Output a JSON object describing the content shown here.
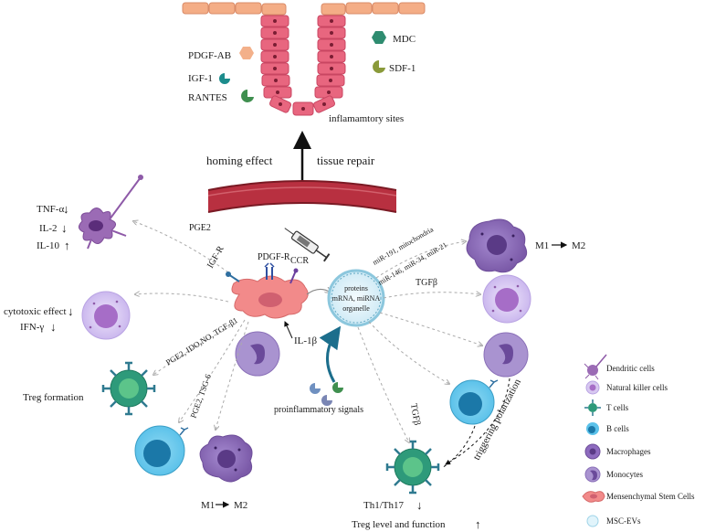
{
  "colors": {
    "tissue_top": "#f3b08a",
    "crypt": "#e8667f",
    "crypt_dark": "#c94662",
    "vessel": "#b83040",
    "msc": "#f28a8a",
    "nk": "#d7c8f0",
    "nk_core": "#a66dc7",
    "macrophage": "#8e6bbf",
    "monocyte": "#9b81c4",
    "tcell": "#2e9a7a",
    "tcell_core": "#5cc48a",
    "bcell": "#4db8e0",
    "bcell_core": "#1b78a8",
    "ev": "#e1f4fb",
    "arrow_teal": "#1c6e8c",
    "dendritic": "#8e5aa8"
  },
  "factors": {
    "pdgf": "PDGF-AB",
    "igf": "IGF-1",
    "rantes": "RANTES",
    "mdc": "MDC",
    "sdf": "SDF-1",
    "sites": "inflamamtory sites"
  },
  "repair": {
    "homing": "homing effect",
    "tissue": "tissue repair"
  },
  "left": {
    "tnf": "TNF-α",
    "il2": "IL-2",
    "il10": "IL-10",
    "pge2": "PGE2",
    "cytotoxic": "cytotoxic effect",
    "ifn": "IFN-γ",
    "treg_formation": "Treg formation",
    "pge2_ido": "PGE2, IDO,NO, TGF-β1",
    "pge2_tsg": "PGE2, TSG-6",
    "m1": "M1",
    "m2": "M2"
  },
  "msc": {
    "igfr": "IGF-R",
    "pdgfr": "PDGF-R",
    "ccr": "CCR",
    "il1b": "IL-1β",
    "proinflammatory": "proinflammatory signals"
  },
  "ev": {
    "line1": "proteins",
    "line2": "mRNA, miRNA",
    "line3": "organelle",
    "mir1": "miR-191, mitochondria",
    "mir2": "miR-146, miR-34, miR-21",
    "tgfb1": "TGFβ",
    "tgfb2": "TGFβ",
    "triggering": "triggering polarization"
  },
  "right": {
    "m1": "M1",
    "m2": "M2",
    "th": "Th1/Th17",
    "treg": "Treg level and function"
  },
  "legend": [
    {
      "label": "Dendritic cells"
    },
    {
      "label": "Natural killer cells"
    },
    {
      "label": "T cells"
    },
    {
      "label": "B cells"
    },
    {
      "label": "Macrophages"
    },
    {
      "label": "Monocytes"
    },
    {
      "label": "Mensenchymal Stem Cells"
    },
    {
      "label": "MSC-EVs"
    }
  ]
}
